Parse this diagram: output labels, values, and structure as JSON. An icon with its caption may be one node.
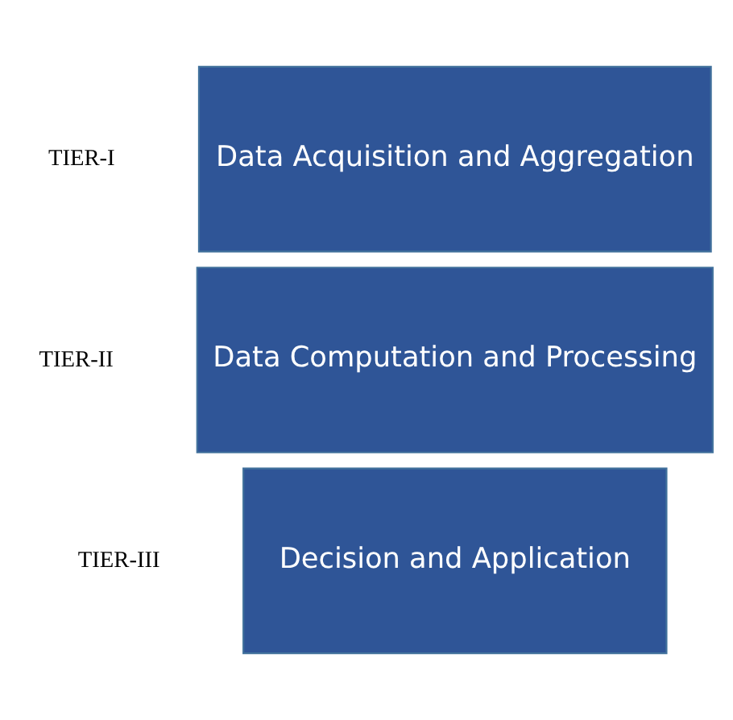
{
  "diagram": {
    "nodes": [
      {
        "text": [
          "Data Acquisition and Aggregation"
        ],
        "beside": [
          "TIER-I"
        ]
      },
      {
        "text": [
          "Data Computation and Processing"
        ],
        "beside": [
          "TIER-II"
        ]
      },
      {
        "text": [
          "Decision and Application"
        ],
        "beside": [
          "TIER-III"
        ]
      }
    ]
  }
}
